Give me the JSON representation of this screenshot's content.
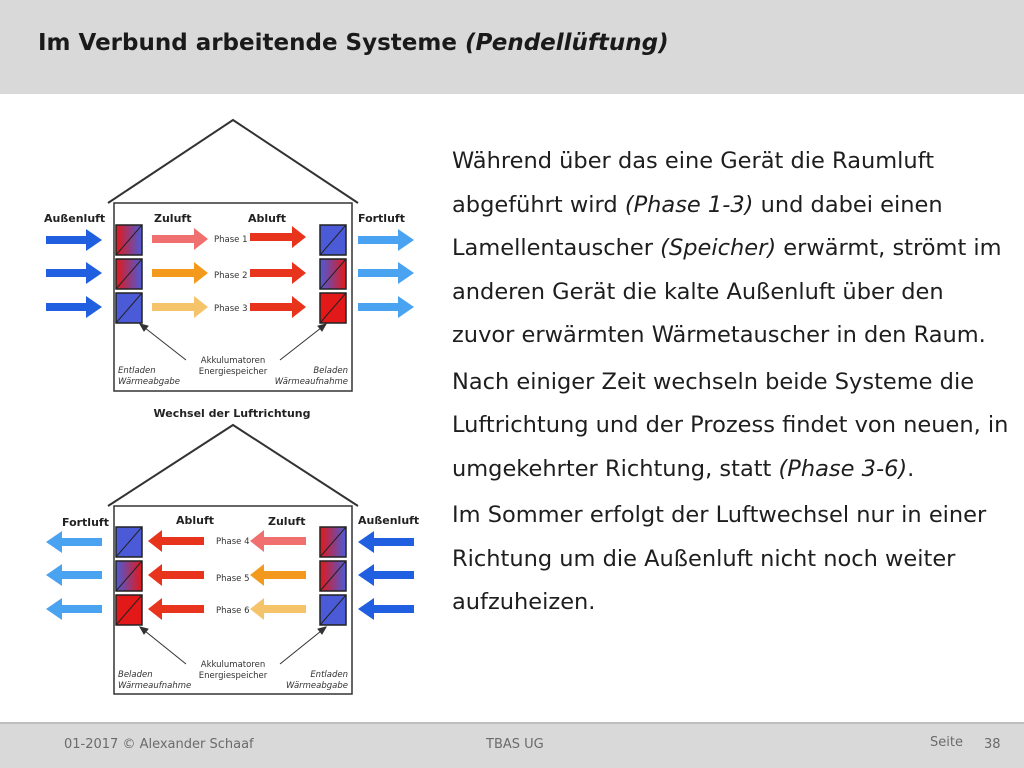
{
  "slide": {
    "title_main": "Im Verbund arbeitende Systeme ",
    "title_italic": "(Pendellüftung)"
  },
  "diagram": {
    "top_labels": {
      "left_outer": "Außenluft",
      "left_inner": "Zuluft",
      "right_inner": "Abluft",
      "right_outer": "Fortluft",
      "phases": [
        "Phase 1",
        "Phase 2",
        "Phase 3"
      ],
      "accumulator_1": "Akkulumatoren",
      "accumulator_2": "Energiespeicher",
      "bottom_left_1": "Entladen",
      "bottom_left_2": "Wärmeabgabe",
      "bottom_right_1": "Beladen",
      "bottom_right_2": "Wärmeaufnahme"
    },
    "switch_label": "Wechsel der Luftrichtung",
    "bottom_labels": {
      "left_outer": "Fortluft",
      "left_inner": "Abluft",
      "right_inner": "Zuluft",
      "right_outer": "Außenluft",
      "phases": [
        "Phase 4",
        "Phase 5",
        "Phase 6"
      ],
      "accumulator_1": "Akkulumatoren",
      "accumulator_2": "Energiespeicher",
      "bottom_left_1": "Beladen",
      "bottom_left_2": "Wärmeaufnahme",
      "bottom_right_1": "Entladen",
      "bottom_right_2": "Wärmeabgabe"
    },
    "colors": {
      "outdoor_blue": "#1f5fe0",
      "exhaust_blue": "#4aa3f0",
      "supply_pink": "#f07070",
      "supply_orange": "#f39a1e",
      "supply_yellow": "#f5c46a",
      "extract_red": "#e8341c"
    }
  },
  "text": {
    "p1_a": "Während über das eine Gerät die Raumluft abgeführt wird ",
    "p1_phase": "(Phase 1-3)",
    "p1_b": " und dabei einen Lamellentauscher ",
    "p1_speicher": "(Speicher)",
    "p1_c": " erwärmt, strömt im anderen Gerät die kalte Außenluft über den zuvor erwärmten Wärmetauscher in den Raum.",
    "p2_a": "Nach einiger Zeit wechseln beide Systeme die Luftrichtung und der Prozess findet von neuen, in umgekehrter Richtung, statt ",
    "p2_phase": "(Phase 3-6)",
    "p2_b": ".",
    "p3": "Im Sommer erfolgt der Luftwechsel nur in einer Richtung um die Außenluft nicht noch weiter aufzuheizen."
  },
  "footer": {
    "left": "01-2017 © Alexander Schaaf",
    "center": "TBAS UG",
    "seite_label": "Seite",
    "page_number": "38"
  }
}
